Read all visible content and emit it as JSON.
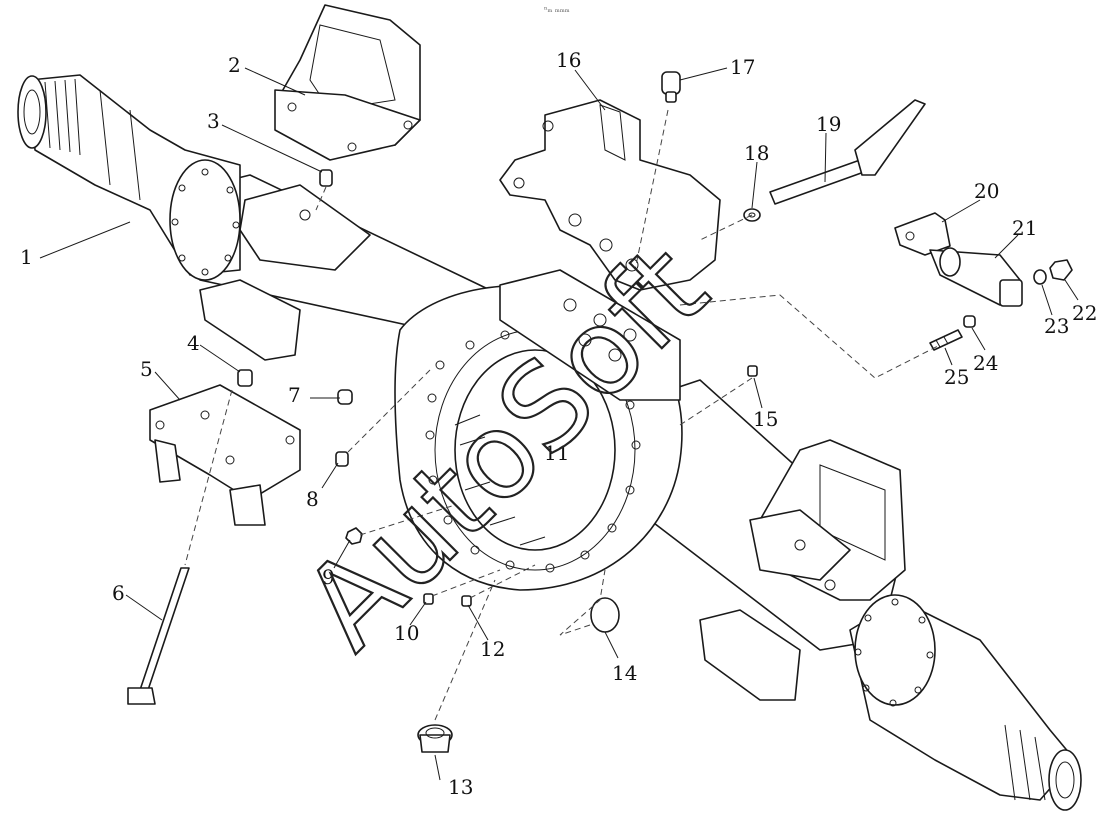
{
  "header_mark": "ⁿₘ ₘₘₘ",
  "watermark": "AutoSoft",
  "callouts": [
    "1",
    "2",
    "3",
    "4",
    "5",
    "6",
    "7",
    "8",
    "9",
    "10",
    "11",
    "12",
    "13",
    "14",
    "15",
    "16",
    "17",
    "18",
    "19",
    "20",
    "21",
    "22",
    "23",
    "24",
    "25"
  ]
}
